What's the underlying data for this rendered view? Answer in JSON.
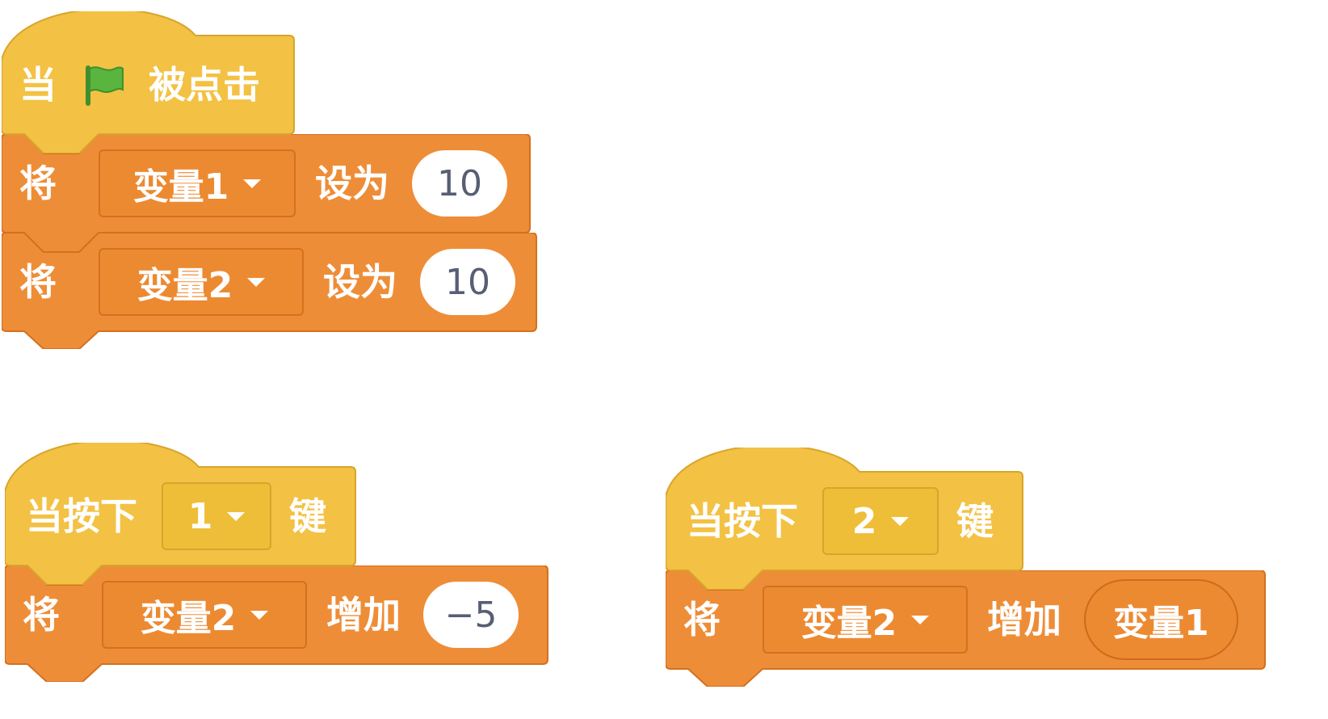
{
  "scripts": [
    {
      "hat": {
        "prefix": "当",
        "suffix": "被点击",
        "icon": "green-flag-icon"
      },
      "blocks": [
        {
          "label": "将",
          "variable": "变量1",
          "op": "设为",
          "value": "10"
        },
        {
          "label": "将",
          "variable": "变量2",
          "op": "设为",
          "value": "10"
        }
      ]
    },
    {
      "hat": {
        "prefix": "当按下",
        "key": "1",
        "suffix": "键"
      },
      "blocks": [
        {
          "label": "将",
          "variable": "变量2",
          "op": "增加",
          "value": "−5"
        }
      ]
    },
    {
      "hat": {
        "prefix": "当按下",
        "key": "2",
        "suffix": "键"
      },
      "blocks": [
        {
          "label": "将",
          "variable": "变量2",
          "op": "增加",
          "reporter": "变量1"
        }
      ]
    }
  ],
  "colors": {
    "events": "#f3c143",
    "events_border": "#d7a52c",
    "variables": "#ee8d37",
    "variables_border": "#d5701f",
    "flag": "#5ab53f"
  }
}
